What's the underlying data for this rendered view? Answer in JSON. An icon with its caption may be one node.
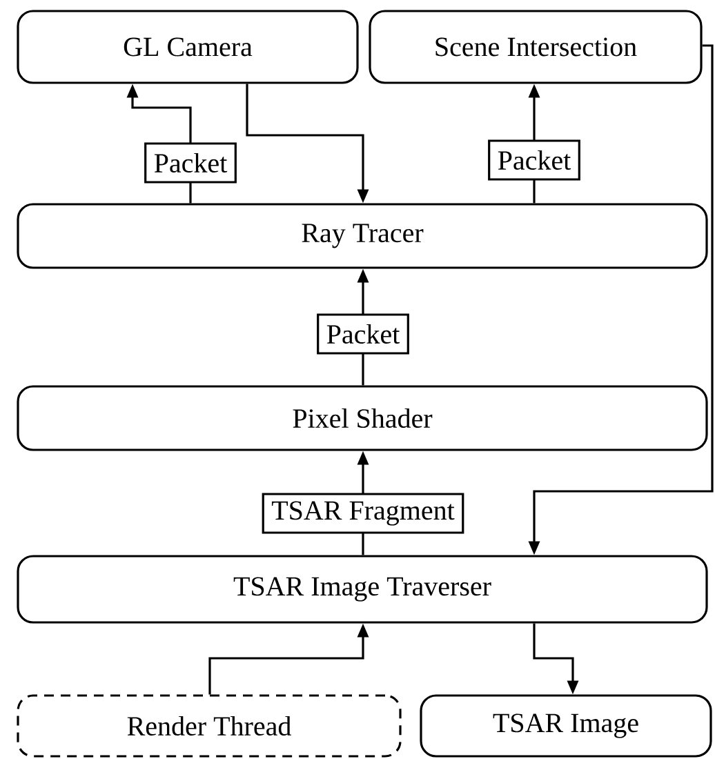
{
  "diagram": {
    "nodes": [
      {
        "text": [
          "GL Camera"
        ]
      },
      {
        "text": [
          "Scene Intersection"
        ]
      },
      {
        "text": [
          "Ray Tracer"
        ]
      },
      {
        "text": [
          "Pixel Shader"
        ]
      },
      {
        "text": [
          "TSAR Image Traverser"
        ]
      },
      {
        "text": [
          "Render Thread"
        ]
      },
      {
        "text": [
          "TSAR Image"
        ]
      }
    ],
    "edges": [
      {
        "from": 2,
        "to": 0,
        "arrow": "to",
        "label": "Packet"
      },
      {
        "from": 0,
        "to": 2,
        "arrow": "to"
      },
      {
        "from": 2,
        "to": 1,
        "arrow": "to",
        "label": "Packet"
      },
      {
        "from": 3,
        "to": 2,
        "arrow": "to",
        "label": "Packet"
      },
      {
        "from": 4,
        "to": 3,
        "arrow": "to",
        "label": "TSAR Fragment"
      },
      {
        "from": 1,
        "to": 4,
        "arrow": "to"
      },
      {
        "from": 5,
        "to": 4,
        "arrow": "to"
      },
      {
        "from": 4,
        "to": 6,
        "arrow": "to"
      }
    ]
  }
}
